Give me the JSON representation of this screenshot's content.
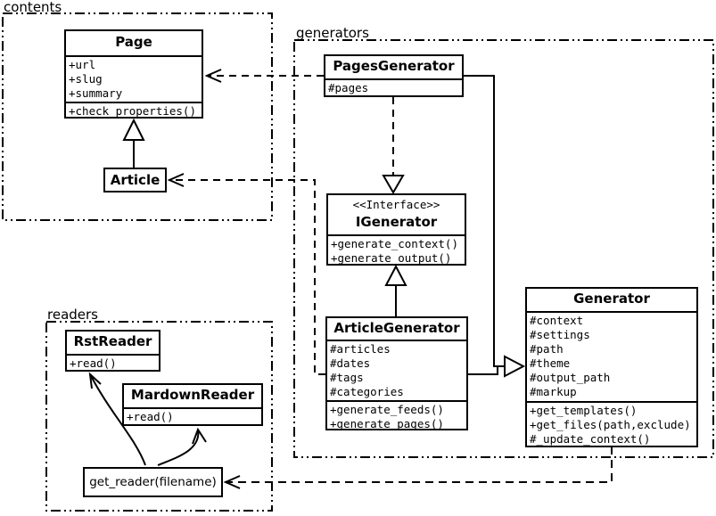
{
  "diagram": {
    "title": "pelican-class-diagram",
    "colors": {
      "line": "#000000",
      "background": "#ffffff"
    },
    "packages": {
      "contents": {
        "label": "contents"
      },
      "generators": {
        "label": "generators"
      },
      "readers": {
        "label": "readers"
      }
    },
    "classes": {
      "page": {
        "name": "Page",
        "attrs": [
          "+url",
          "+slug",
          "+summary"
        ],
        "methods": [
          "+check_properties()"
        ]
      },
      "article": {
        "name": "Article"
      },
      "pages_generator": {
        "name": "PagesGenerator",
        "attrs": [
          "#pages"
        ]
      },
      "igenerator": {
        "stereotype": "<<Interface>>",
        "name": "IGenerator",
        "methods": [
          "+generate_context()",
          "+generate_output()"
        ]
      },
      "article_generator": {
        "name": "ArticleGenerator",
        "attrs": [
          "#articles",
          "#dates",
          "#tags",
          "#categories"
        ],
        "methods": [
          "+generate_feeds()",
          "+generate_pages()"
        ]
      },
      "generator": {
        "name": "Generator",
        "attrs": [
          "#context",
          "#settings",
          "#path",
          "#theme",
          "#output_path",
          "#markup"
        ],
        "methods": [
          "+get_templates()",
          "+get_files(path,exclude)",
          "#_update_context()"
        ]
      },
      "rst_reader": {
        "name": "RstReader",
        "methods": [
          "+read()"
        ]
      },
      "mardown_reader": {
        "name": "MardownReader",
        "methods": [
          "+read()"
        ]
      },
      "get_reader": {
        "label": "get_reader(filename)"
      }
    },
    "relations": [
      {
        "from": "Article",
        "to": "Page",
        "type": "inheritance",
        "style": "solid-hollow-triangle"
      },
      {
        "from": "PagesGenerator",
        "to": "Page",
        "type": "dependency",
        "style": "dashed-open-arrow"
      },
      {
        "from": "ArticleGenerator",
        "to": "Article",
        "type": "dependency",
        "style": "dashed-open-arrow"
      },
      {
        "from": "PagesGenerator",
        "to": "IGenerator",
        "type": "realization",
        "style": "dashed-hollow-triangle"
      },
      {
        "from": "ArticleGenerator",
        "to": "IGenerator",
        "type": "inheritance",
        "style": "solid-hollow-triangle"
      },
      {
        "from": "PagesGenerator",
        "to": "Generator",
        "type": "inheritance",
        "style": "solid-hollow-triangle"
      },
      {
        "from": "ArticleGenerator",
        "to": "Generator",
        "type": "inheritance",
        "style": "solid-hollow-triangle"
      },
      {
        "from": "Generator",
        "to": "get_reader(filename)",
        "type": "dependency",
        "style": "dashed-open-arrow"
      },
      {
        "from": "get_reader(filename)",
        "to": "RstReader",
        "type": "association",
        "style": "curved-open-arrow"
      },
      {
        "from": "get_reader(filename)",
        "to": "MardownReader",
        "type": "association",
        "style": "curved-open-arrow"
      }
    ]
  }
}
